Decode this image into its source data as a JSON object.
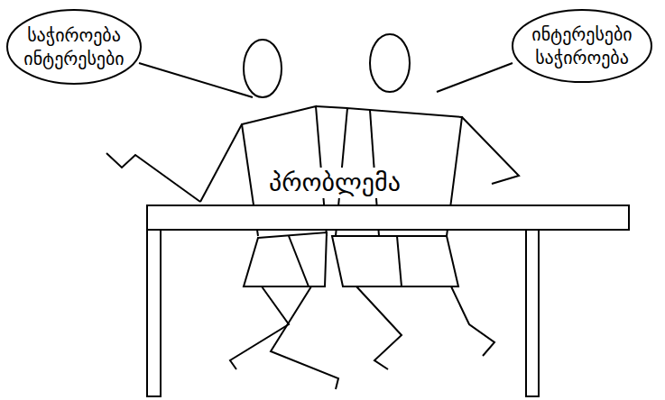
{
  "diagram": {
    "nodes": [
      {
        "text": [
          "საჭიროება ინტერესები"
        ]
      },
      {
        "text": [
          "ინტერესები საჭიროება"
        ]
      }
    ],
    "labels": [
      "პრობლემა"
    ]
  }
}
